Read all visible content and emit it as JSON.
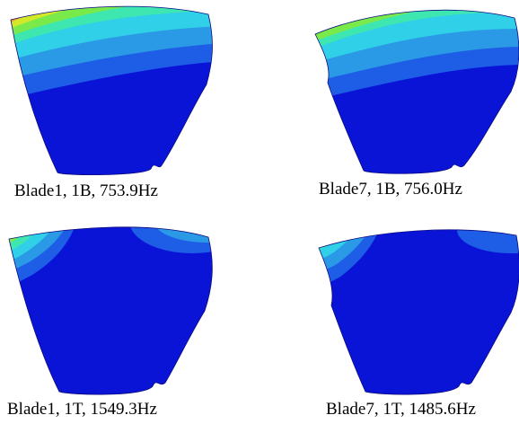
{
  "figures": [
    {
      "caption": "Blade1, 1B, 753.9Hz",
      "mode": "bending"
    },
    {
      "caption": "Blade7, 1B, 756.0Hz",
      "mode": "bending"
    },
    {
      "caption": "Blade1, 1T, 1549.3Hz",
      "mode": "torsion"
    },
    {
      "caption": "Blade7, 1T, 1485.6Hz",
      "mode": "torsion"
    }
  ],
  "colormap": [
    "#0a14d6",
    "#1e5ee6",
    "#2a9ae6",
    "#30d0e8",
    "#3ee6b0",
    "#7aea4a",
    "#d4e82a",
    "#f0a020",
    "#e84a1a",
    "#d01010"
  ]
}
